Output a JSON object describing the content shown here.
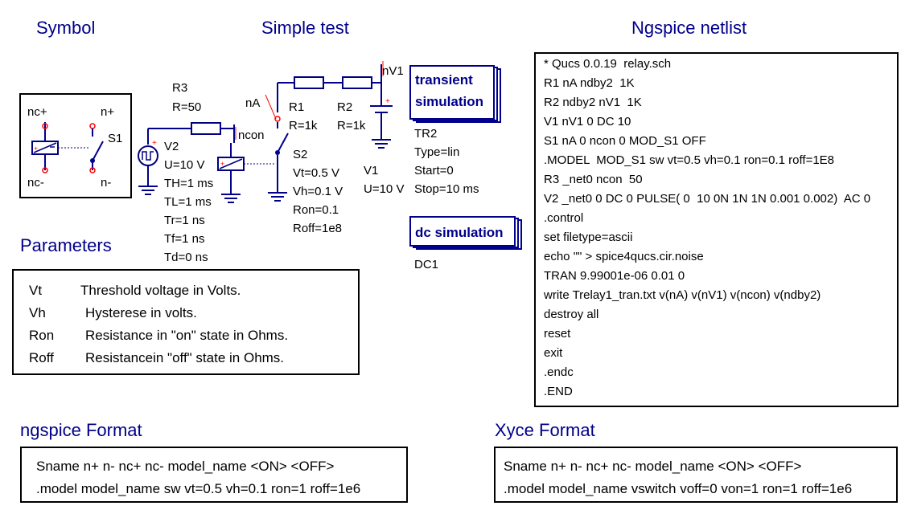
{
  "headings": {
    "symbol": "Symbol",
    "simple_test": "Simple test",
    "netlist": "Ngspice netlist",
    "parameters": "Parameters",
    "ngspice_format": "ngspice Format",
    "xyce_format": "Xyce Format"
  },
  "symbol_box": {
    "nc_plus": "nc+",
    "n_plus": "n+",
    "nc_minus": "nc-",
    "n_minus": "n-",
    "switch_name": "S1"
  },
  "schematic": {
    "r3": {
      "name": "R3",
      "value": "R=50"
    },
    "v2": {
      "name": "V2",
      "params": [
        "U=10 V",
        "TH=1 ms",
        "TL=1 ms",
        "Tr=1 ns",
        "Tf=1 ns",
        "Td=0 ns"
      ]
    },
    "ncon_label": "ncon",
    "na_label": "nA",
    "nv1_label": "nV1",
    "r1": {
      "name": "R1",
      "value": "R=1k"
    },
    "r2": {
      "name": "R2",
      "value": "R=1k"
    },
    "s2": {
      "name": "S2",
      "params": [
        "Vt=0.5 V",
        "Vh=0.1 V",
        "Ron=0.1",
        "Roff=1e8"
      ]
    },
    "v1": {
      "name": "V1",
      "value": "U=10 V"
    },
    "transient": {
      "title_line1": "transient",
      "title_line2": "simulation",
      "name": "TR2",
      "params": [
        "Type=lin",
        "Start=0",
        "Stop=10 ms"
      ]
    },
    "dc": {
      "title": "dc simulation",
      "name": "DC1"
    }
  },
  "netlist_lines": [
    "* Qucs 0.0.19  relay.sch",
    "R1 nA ndby2  1K",
    "R2 ndby2 nV1  1K",
    "V1 nV1 0 DC 10",
    "S1 nA 0 ncon 0 MOD_S1 OFF",
    ".MODEL  MOD_S1 sw vt=0.5 vh=0.1 ron=0.1 roff=1E8",
    "R3 _net0 ncon  50",
    "V2 _net0 0 DC 0 PULSE( 0  10 0N 1N 1N 0.001 0.002)  AC 0",
    ".control",
    "set filetype=ascii",
    "echo \"\" > spice4qucs.cir.noise",
    "TRAN 9.99001e-06 0.01 0",
    "write Trelay1_tran.txt v(nA) v(nV1) v(ncon) v(ndby2)",
    "destroy all",
    "reset",
    "exit",
    ".endc",
    ".END"
  ],
  "parameters": [
    {
      "name": "Vt",
      "desc": "Threshold voltage  in Volts."
    },
    {
      "name": "Vh",
      "desc": "Hysterese in volts."
    },
    {
      "name": "Ron",
      "desc": "Resistance in \"on\" state in Ohms."
    },
    {
      "name": "Roff",
      "desc": "Resistancein \"off\" state in Ohms."
    }
  ],
  "ngspice_format": {
    "line1": "Sname n+ n- nc+ nc- model_name <ON> <OFF>",
    "line2": ".model model_name sw vt=0.5 vh=0.1 ron=1 roff=1e6"
  },
  "xyce_format": {
    "line1": "Sname n+ n- nc+ nc- model_name <ON> <OFF>",
    "line2": ".model model_name vswitch voff=0 von=1 ron=1 roff=1e6"
  },
  "colors": {
    "heading": "#00008b",
    "wire": "#00008b",
    "pin": "#ff0000",
    "component": "#000080"
  }
}
